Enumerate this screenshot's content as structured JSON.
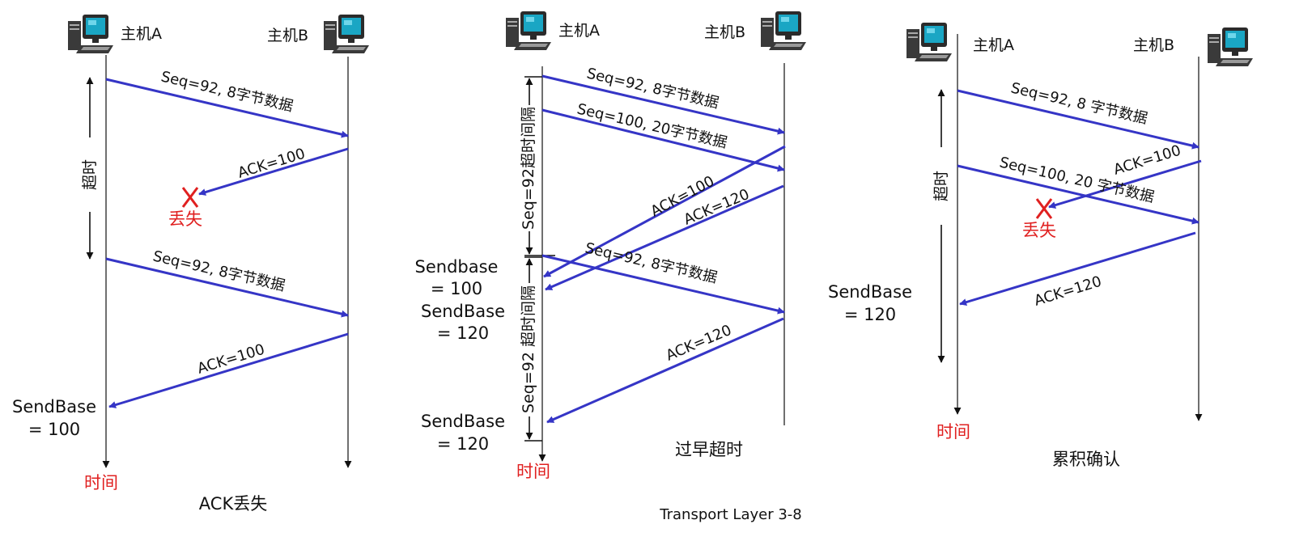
{
  "panels": [
    {
      "host_a": "主机A",
      "host_b": "主机B",
      "time_label": "时间",
      "caption": "ACK丢失",
      "timeout_label": "超时",
      "lost_label": "丢失",
      "msg1": "Seq=92, 8字节数据",
      "msg2": "ACK=100",
      "msg3": "Seq=92, 8字节数据",
      "msg4": "ACK=100",
      "sendbase1_l1": "SendBase",
      "sendbase1_l2": "= 100"
    },
    {
      "host_a": "主机A",
      "host_b": "主机B",
      "time_label": "时间",
      "caption": "过早超时",
      "timer1": "Seq=92超时间隔",
      "timer2": "Seq=92 超时间隔",
      "msg1": "Seq=92, 8字节数据",
      "msg2": "Seq=100, 20字节数据",
      "msg3": "ACK=100",
      "msg4": "ACK=120",
      "msg5": "Seq=92, 8字节数据",
      "msg6": "ACK=120",
      "sendbase1_l1": "Sendbase",
      "sendbase1_l2": "= 100",
      "sendbase2_l1": "SendBase",
      "sendbase2_l2": "= 120",
      "sendbase3_l1": "SendBase",
      "sendbase3_l2": "= 120"
    },
    {
      "host_a": "主机A",
      "host_b": "主机B",
      "time_label": "时间",
      "caption": "累积确认",
      "timeout_label": "超时",
      "lost_label": "丢失",
      "msg1": "Seq=92, 8 字节数据",
      "msg2": "ACK=100",
      "msg3": "Seq=100, 20 字节数据",
      "msg4": "ACK=120",
      "sendbase1_l1": "SendBase",
      "sendbase1_l2": "= 120"
    }
  ],
  "footer": "Transport Layer    3-8",
  "colors": {
    "arrow": "#3535c6",
    "lost": "#e02020"
  },
  "icons": [
    "computer-icon"
  ]
}
